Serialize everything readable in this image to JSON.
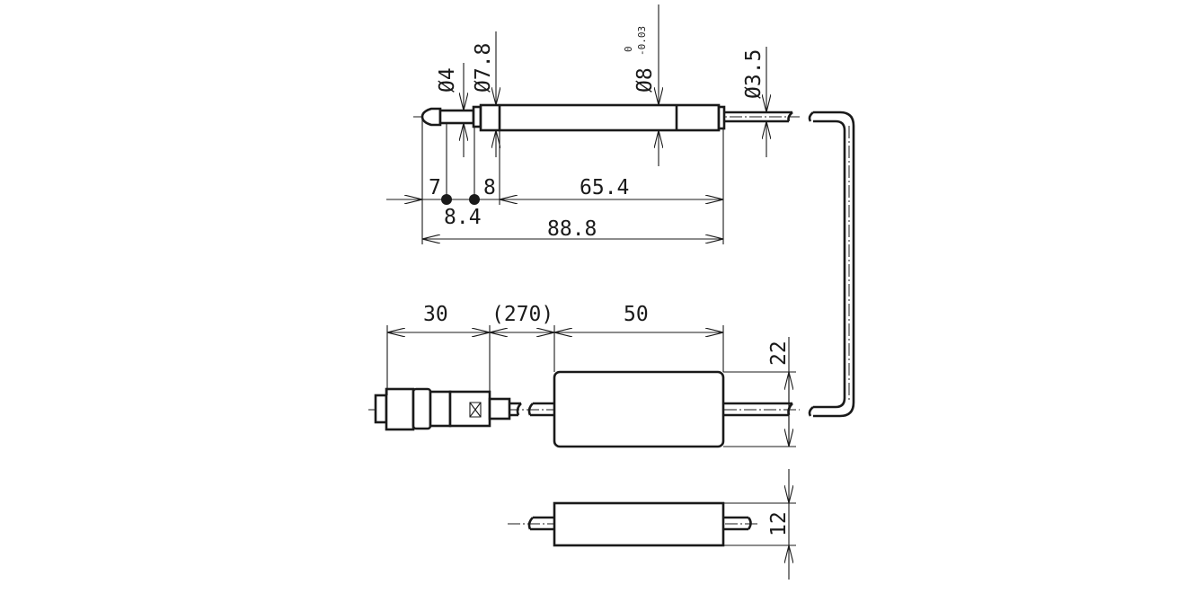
{
  "drawing": {
    "probe_dims": {
      "d4": "Ø4",
      "d7_8": "Ø7.8",
      "d8": "Ø8",
      "d8_tol_upper": "0",
      "d8_tol_lower": "-0.03",
      "d3_5": "Ø3.5",
      "l7": "7",
      "l8": "8",
      "l65_4": "65.4",
      "l8_4": "8.4",
      "l88_8": "88.8"
    },
    "unit_dims": {
      "l30": "30",
      "l270": "(270)",
      "l50": "50",
      "h22": "22",
      "h12": "12"
    }
  }
}
